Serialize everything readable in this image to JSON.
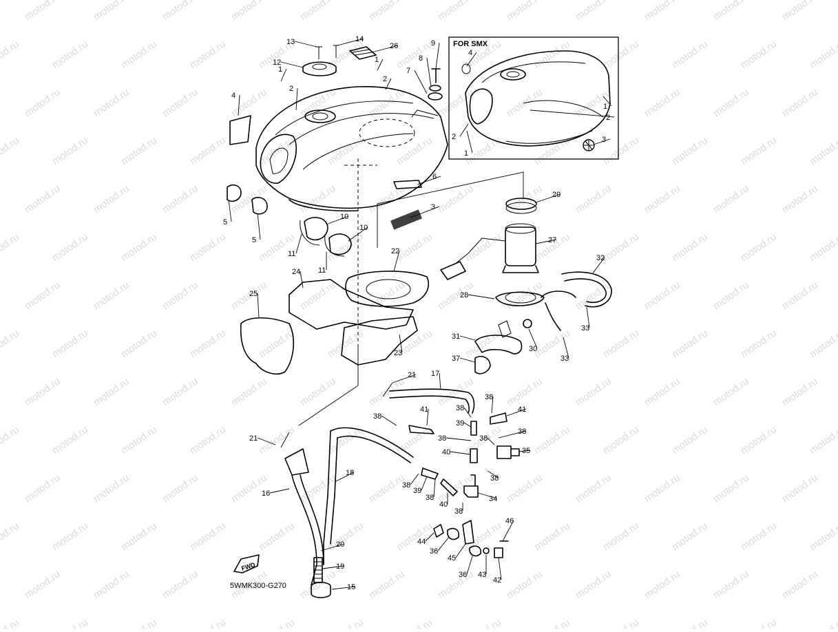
{
  "diagram": {
    "inset_title": "FOR SMX",
    "drawing_code": "5WMK300-G270",
    "fwd_label": "FWD",
    "watermark_text": "motod.ru",
    "callouts": [
      {
        "id": "c13",
        "label": "13"
      },
      {
        "id": "c14",
        "label": "14"
      },
      {
        "id": "c26",
        "label": "26"
      },
      {
        "id": "c12",
        "label": "12"
      },
      {
        "id": "c1a",
        "label": "1"
      },
      {
        "id": "c2a",
        "label": "2"
      },
      {
        "id": "c1b",
        "label": "1"
      },
      {
        "id": "c2b",
        "label": "2"
      },
      {
        "id": "c4",
        "label": "4"
      },
      {
        "id": "c9",
        "label": "9"
      },
      {
        "id": "c8",
        "label": "8"
      },
      {
        "id": "c7",
        "label": "7"
      },
      {
        "id": "c6",
        "label": "6"
      },
      {
        "id": "c3",
        "label": "3"
      },
      {
        "id": "c5a",
        "label": "5"
      },
      {
        "id": "c5b",
        "label": "5"
      },
      {
        "id": "c10a",
        "label": "10"
      },
      {
        "id": "c10b",
        "label": "10"
      },
      {
        "id": "c11a",
        "label": "11"
      },
      {
        "id": "c11b",
        "label": "11"
      },
      {
        "id": "c22",
        "label": "22"
      },
      {
        "id": "c24",
        "label": "24"
      },
      {
        "id": "c25",
        "label": "25"
      },
      {
        "id": "c23",
        "label": "23"
      },
      {
        "id": "c29",
        "label": "29"
      },
      {
        "id": "c27",
        "label": "27"
      },
      {
        "id": "c32",
        "label": "32"
      },
      {
        "id": "c28",
        "label": "28"
      },
      {
        "id": "c33a",
        "label": "33"
      },
      {
        "id": "c33b",
        "label": "33"
      },
      {
        "id": "c30",
        "label": "30"
      },
      {
        "id": "c31",
        "label": "31"
      },
      {
        "id": "c37",
        "label": "37"
      },
      {
        "id": "c21a",
        "label": "21"
      },
      {
        "id": "c17",
        "label": "17"
      },
      {
        "id": "c21b",
        "label": "21"
      },
      {
        "id": "c38a",
        "label": "38"
      },
      {
        "id": "c41a",
        "label": "41"
      },
      {
        "id": "c38b",
        "label": "38"
      },
      {
        "id": "c39a",
        "label": "39"
      },
      {
        "id": "c38c",
        "label": "38"
      },
      {
        "id": "c41b",
        "label": "41"
      },
      {
        "id": "c38d",
        "label": "38"
      },
      {
        "id": "c38e",
        "label": "38"
      },
      {
        "id": "c38f",
        "label": "38"
      },
      {
        "id": "c40a",
        "label": "40"
      },
      {
        "id": "c35",
        "label": "35"
      },
      {
        "id": "c38g",
        "label": "38"
      },
      {
        "id": "c38h",
        "label": "38"
      },
      {
        "id": "c39b",
        "label": "39"
      },
      {
        "id": "c38i",
        "label": "38"
      },
      {
        "id": "c34",
        "label": "34"
      },
      {
        "id": "c40b",
        "label": "40"
      },
      {
        "id": "c38j",
        "label": "38"
      },
      {
        "id": "c18",
        "label": "18"
      },
      {
        "id": "c16",
        "label": "16"
      },
      {
        "id": "c46",
        "label": "46"
      },
      {
        "id": "c44",
        "label": "44"
      },
      {
        "id": "c36a",
        "label": "36"
      },
      {
        "id": "c45",
        "label": "45"
      },
      {
        "id": "c36b",
        "label": "36"
      },
      {
        "id": "c43",
        "label": "43"
      },
      {
        "id": "c42",
        "label": "42"
      },
      {
        "id": "c20",
        "label": "20"
      },
      {
        "id": "c19",
        "label": "19"
      },
      {
        "id": "c15",
        "label": "15"
      },
      {
        "id": "i4",
        "label": "4"
      },
      {
        "id": "i1a",
        "label": "1"
      },
      {
        "id": "i2a",
        "label": "2"
      },
      {
        "id": "i3",
        "label": "3"
      },
      {
        "id": "i2b",
        "label": "2"
      },
      {
        "id": "i1b",
        "label": "1"
      }
    ]
  }
}
